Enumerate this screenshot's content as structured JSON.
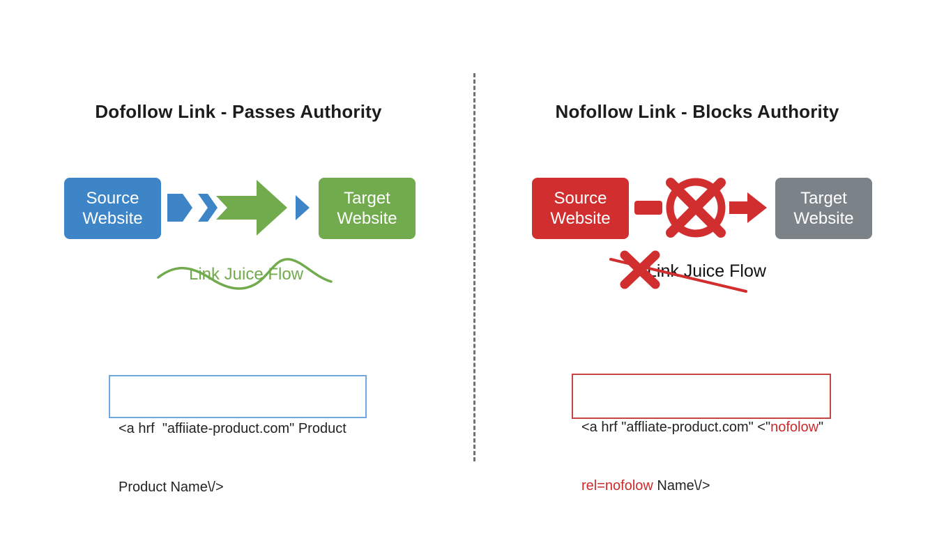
{
  "left": {
    "title": "Dofollow Link - Passes Authority",
    "source_label": "Source Website",
    "target_label": "Target Website",
    "flow_label": "Link Juice Flow",
    "code_line1": "<a hrf  \"affiiate-product.com\" Product",
    "code_line2": "Product Name\\/>"
  },
  "right": {
    "title": "Nofollow Link - Blocks Authority",
    "source_label": "Source Website",
    "target_label": "Target Website",
    "flow_label": "Link Juice Flow",
    "code_line1_pre": "<a hrf \"affliate-product.com\" <\"",
    "code_line1_red": "nofolow",
    "code_line1_post": "\"",
    "code_line2_red": "rel=nofolow",
    "code_line2_post": " Name\\/>"
  },
  "icons": {
    "left_flow": "chevron-arrow-icon",
    "right_block": "blocked-circle-x-icon",
    "right_strike": "red-x-strikethrough-icon",
    "left_wave": "green-wave-icon"
  },
  "colors": {
    "blue": "#3d85c6",
    "green": "#71ab4d",
    "red": "#d12f2f",
    "gray": "#7b8288",
    "code_red": "#cc2b2b",
    "left_code_border": "#6fa8dc",
    "right_code_border": "#c74444",
    "divider": "#595959"
  }
}
